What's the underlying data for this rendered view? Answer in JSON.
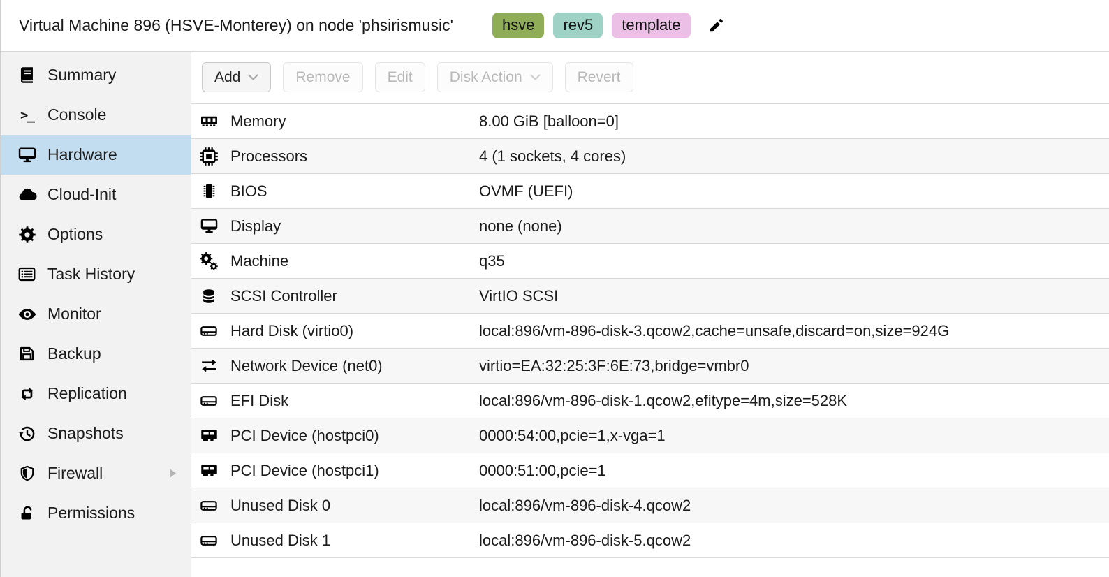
{
  "window": {
    "title": "Virtual Machine 896 (HSVE-Monterey) on node 'phsirismusic'",
    "tags": [
      {
        "label": "hsve",
        "color": "#8fad56"
      },
      {
        "label": "rev5",
        "color": "#9dd2c5"
      },
      {
        "label": "template",
        "color": "#ecc0e6"
      }
    ],
    "edit_icon": "pencil-icon"
  },
  "sidebar": {
    "selected_item": "Hardware",
    "selected_bg": "#c2ddf0",
    "items": [
      {
        "label": "Summary",
        "icon": "book-icon"
      },
      {
        "label": "Console",
        "icon": "terminal-icon"
      },
      {
        "label": "Hardware",
        "icon": "monitor-icon"
      },
      {
        "label": "Cloud-Init",
        "icon": "cloud-icon"
      },
      {
        "label": "Options",
        "icon": "gear-icon"
      },
      {
        "label": "Task History",
        "icon": "list-icon"
      },
      {
        "label": "Monitor",
        "icon": "eye-icon"
      },
      {
        "label": "Backup",
        "icon": "floppy-disk-icon"
      },
      {
        "label": "Replication",
        "icon": "retweet-icon"
      },
      {
        "label": "Snapshots",
        "icon": "history-icon"
      },
      {
        "label": "Firewall",
        "icon": "shield-icon",
        "has_submenu": true
      },
      {
        "label": "Permissions",
        "icon": "unlock-icon"
      }
    ]
  },
  "toolbar": {
    "buttons": [
      {
        "label": "Add",
        "enabled": true,
        "has_caret": true
      },
      {
        "label": "Remove",
        "enabled": false,
        "has_caret": false
      },
      {
        "label": "Edit",
        "enabled": false,
        "has_caret": false
      },
      {
        "label": "Disk Action",
        "enabled": false,
        "has_caret": true
      },
      {
        "label": "Revert",
        "enabled": false,
        "has_caret": false
      }
    ]
  },
  "hardware": {
    "rows": [
      {
        "icon": "memory-icon",
        "label": "Memory",
        "value": "8.00 GiB [balloon=0]"
      },
      {
        "icon": "cpu-icon",
        "label": "Processors",
        "value": "4 (1 sockets, 4 cores)"
      },
      {
        "icon": "bios-chip-icon",
        "label": "BIOS",
        "value": "OVMF (UEFI)"
      },
      {
        "icon": "monitor-icon",
        "label": "Display",
        "value": "none (none)"
      },
      {
        "icon": "cogs-icon",
        "label": "Machine",
        "value": "q35"
      },
      {
        "icon": "database-icon",
        "label": "SCSI Controller",
        "value": "VirtIO SCSI"
      },
      {
        "icon": "hard-disk-icon",
        "label": "Hard Disk (virtio0)",
        "value": "local:896/vm-896-disk-3.qcow2,cache=unsafe,discard=on,size=924G"
      },
      {
        "icon": "exchange-icon",
        "label": "Network Device (net0)",
        "value": "virtio=EA:32:25:3F:6E:73,bridge=vmbr0"
      },
      {
        "icon": "hard-disk-icon",
        "label": "EFI Disk",
        "value": "local:896/vm-896-disk-1.qcow2,efitype=4m,size=528K"
      },
      {
        "icon": "pci-card-icon",
        "label": "PCI Device (hostpci0)",
        "value": "0000:54:00,pcie=1,x-vga=1"
      },
      {
        "icon": "pci-card-icon",
        "label": "PCI Device (hostpci1)",
        "value": "0000:51:00,pcie=1"
      },
      {
        "icon": "hard-disk-icon",
        "label": "Unused Disk 0",
        "value": "local:896/vm-896-disk-4.qcow2"
      },
      {
        "icon": "hard-disk-icon",
        "label": "Unused Disk 1",
        "value": "local:896/vm-896-disk-5.qcow2"
      }
    ]
  },
  "colors": {
    "selected_nav_bg": "#c2ddf0",
    "sidebar_bg": "#f2f2f2",
    "row_stripe": "#f7f7f7",
    "border": "#d7d7d7",
    "disabled_text": "#b9b9b9"
  }
}
